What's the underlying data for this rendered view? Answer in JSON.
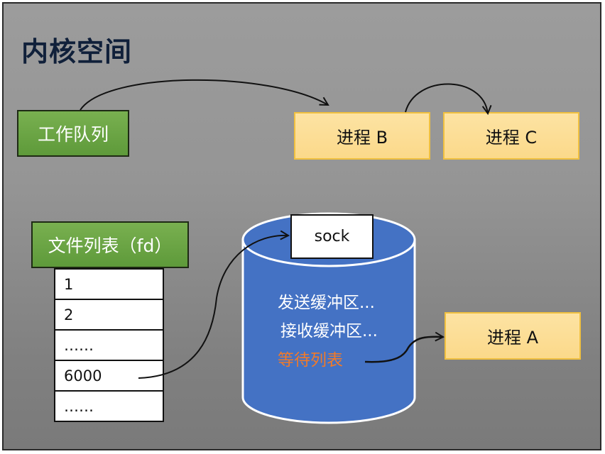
{
  "title": "内核空间",
  "work_queue": {
    "label": "工作队列"
  },
  "processes": {
    "b": {
      "label": "进程 B"
    },
    "c": {
      "label": "进程 C"
    },
    "a": {
      "label": "进程 A"
    }
  },
  "file_list": {
    "header": "文件列表（fd）",
    "rows": [
      "1",
      "2",
      "……",
      "6000",
      "……"
    ]
  },
  "socket": {
    "sock_label": "sock",
    "send_buffer": "发送缓冲区...",
    "recv_buffer": "接收缓冲区...",
    "wait_list": "等待列表"
  },
  "colors": {
    "green": "#6aa443",
    "process_fill": "#fcdc94",
    "process_border": "#f0c040",
    "cylinder": "#4472c4",
    "wait_list_text": "#f07a2a"
  }
}
